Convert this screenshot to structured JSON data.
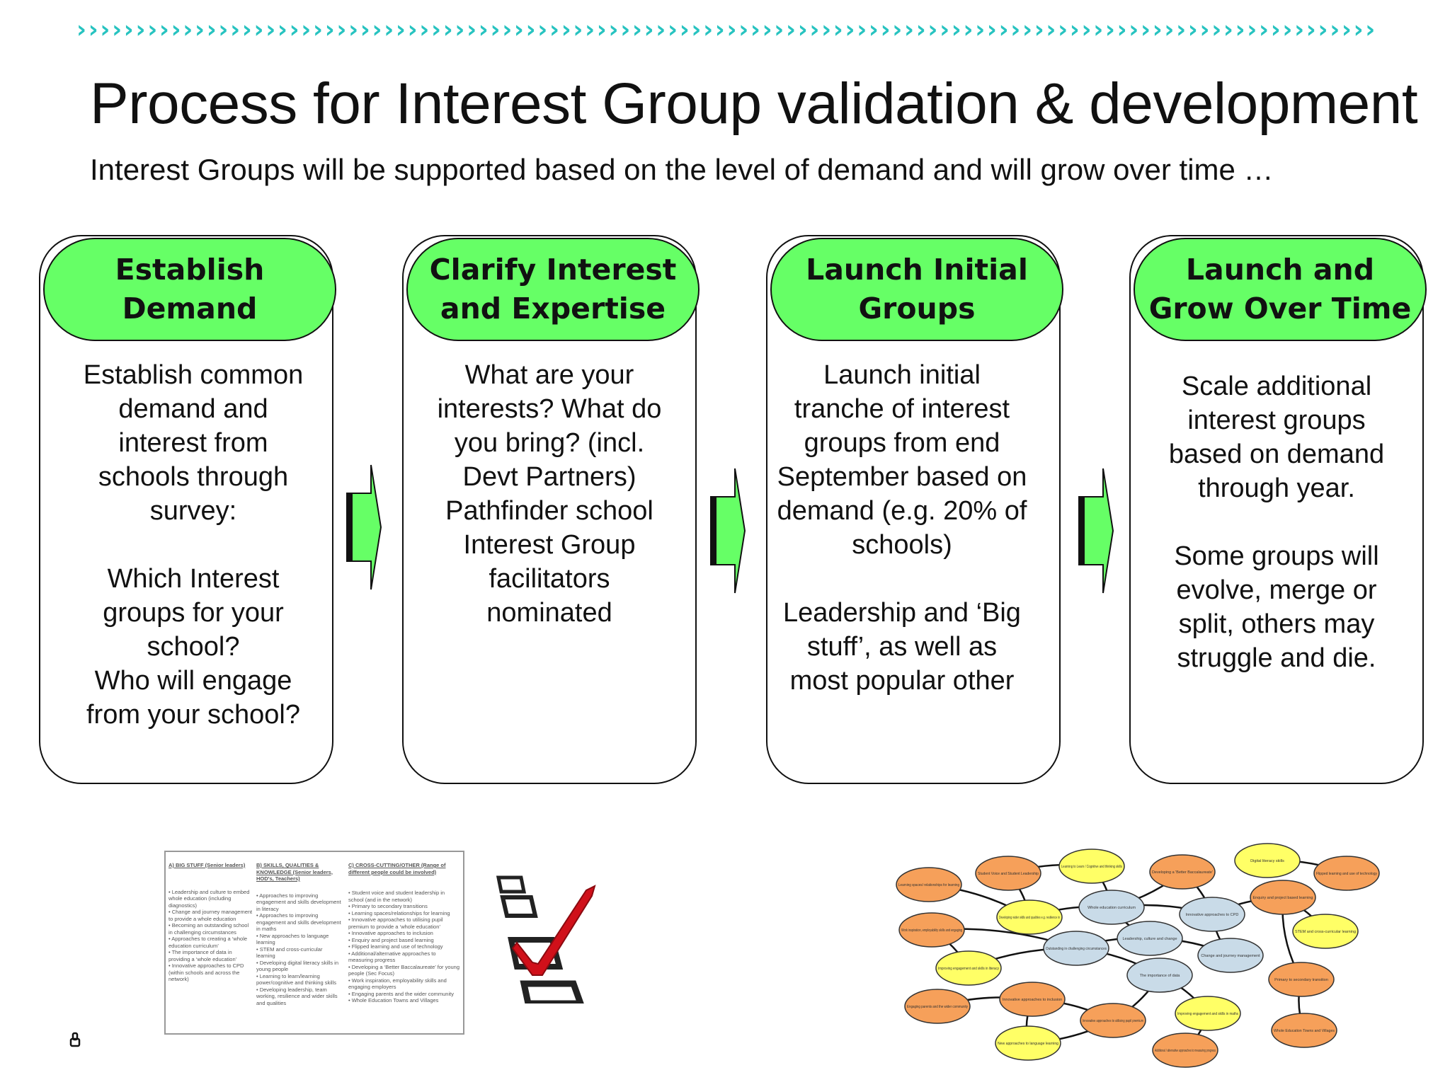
{
  "header": {
    "title": "Process for Interest Group validation & development",
    "subtitle": "Interest Groups will be supported based on the level of demand and will grow over time …"
  },
  "colors": {
    "header_fill": "#66ff66",
    "arrow_fill": "#66ff66",
    "chevron_color": "#27c3c0",
    "mindmap_orange": "#f6a05a",
    "mindmap_yellow": "#ffff66",
    "mindmap_blue": "#c9dbe8"
  },
  "stages": [
    {
      "title": "Establish\nDemand",
      "body": "Establish common\ndemand and\ninterest from\nschools through\nsurvey:\n\nWhich Interest\ngroups for your\nschool?\nWho will engage\nfrom your school?"
    },
    {
      "title": "Clarify Interest\nand Expertise",
      "body": "What are your\ninterests? What  do\nyou bring? (incl.\nDevt Partners)\nPathfinder school\nInterest Group\nfacilitators\nnominated"
    },
    {
      "title": "Launch Initial\nGroups",
      "body": "Launch initial\ntranche of interest\ngroups from end\nSeptember based on\ndemand (e.g. 20% of\nschools)\n\nLeadership and ‘Big\nstuff’, as well as\nmost popular other"
    },
    {
      "title": "Launch and\nGrow Over Time",
      "body": "Scale additional\ninterest groups\nbased on demand\nthrough year.\n\nSome groups will\nevolve, merge or\nsplit, others may\nstruggle and die."
    }
  ],
  "doc_table": {
    "columns": [
      {
        "header": "A) BIG STUFF (Senior leaders)",
        "body": "• Leadership and culture to embed whole education (including diagnostics)\n• Change and journey management to provide a whole education\n• Becoming an outstanding school in challenging circumstances\n• Approaches to creating a ‘whole education curriculum’\n• The importance of data in providing a ‘whole education’\n• Innovative approaches to CPD (within schools and across the network)"
      },
      {
        "header": "B) SKILLS, QUALITIES & KNOWLEDGE (Senior leaders, HOD's, Teachers)",
        "body": "• Approaches to improving engagement and skills development in literacy\n• Approaches to improving engagement and skills development in maths\n• New approaches to language learning\n• STEM and cross-curricular learning\n• Developing digital literacy skills in young people\n• Learning to learn/learning power/cognitive and thinking skills\n• Developing leadership, team working, resilience and wider skills and qualities"
      },
      {
        "header": "C) CROSS-CUTTING/OTHER (Range of different people could be involved)",
        "body": "• Student voice and student leadership in school (and in the network)\n• Primary to secondary transitions\n• Learning spaces/relationships for learning\n• Innovative approaches to utilising pupil premium to provide a ‘whole education’\n• Innovative approaches to inclusion\n• Enquiry and project based learning\n• Flipped learning and use of technology\n• Additional/alternative approaches to measuring progress\n• Developing a ‘Better Baccalaureate’ for young people (Sec Focus)\n• Work inspiration, employability skills and engaging employers\n• Engaging parents and the wider community\n• Whole Education Towns and Villages"
      }
    ]
  },
  "mindmap": {
    "nodes": [
      {
        "label": "Learning spaces/ relationships for learning",
        "color": "orange"
      },
      {
        "label": "Student Voice and Student Leadership",
        "color": "orange"
      },
      {
        "label": "Learning to Learn / Cognitive and thinking skills",
        "color": "yellow"
      },
      {
        "label": "Developing a 'Better Baccalaureate'",
        "color": "orange"
      },
      {
        "label": "Digital literacy skills",
        "color": "yellow"
      },
      {
        "label": "Flipped learning and use of technology",
        "color": "orange"
      },
      {
        "label": "Developing wider skills and qualities e.g. resilience in",
        "color": "yellow"
      },
      {
        "label": "Whole education curriculum",
        "color": "blue"
      },
      {
        "label": "Innovative approaches to CPD",
        "color": "blue"
      },
      {
        "label": "Enquiry and project based learning",
        "color": "orange"
      },
      {
        "label": "STEM and cross-curricular learning",
        "color": "yellow"
      },
      {
        "label": "Work inspiration, employability skills and engaging",
        "color": "orange"
      },
      {
        "label": "Leadership, culture and change",
        "color": "blue"
      },
      {
        "label": "Outstanding in challenging circumstances",
        "color": "blue"
      },
      {
        "label": "Change and journey management",
        "color": "blue"
      },
      {
        "label": "Improving engagement and skills in literacy",
        "color": "yellow"
      },
      {
        "label": "The importance of data",
        "color": "blue"
      },
      {
        "label": "Primary to secondary transition",
        "color": "orange"
      },
      {
        "label": "Engaging parents and the wider community",
        "color": "orange"
      },
      {
        "label": "Innovative approaches to inclusion",
        "color": "orange"
      },
      {
        "label": "Innovative approaches to utilising pupil premium",
        "color": "orange"
      },
      {
        "label": "Improving engagement and skills in maths",
        "color": "yellow"
      },
      {
        "label": "New approaches to language learning",
        "color": "yellow"
      },
      {
        "label": "Additional / alternative approaches to measuring progress",
        "color": "orange"
      },
      {
        "label": "Whole Education Towns and Villages",
        "color": "orange"
      }
    ]
  }
}
